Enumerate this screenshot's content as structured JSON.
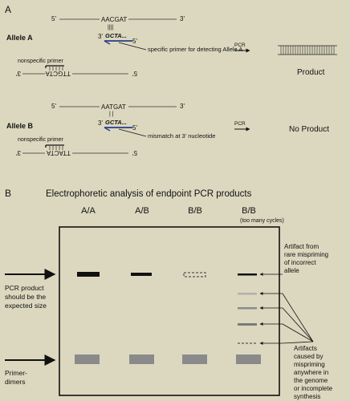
{
  "panel_a": {
    "label": "A",
    "allele_a": {
      "name": "Allele A",
      "template_5prime": "5'",
      "template_seq": "AACGAT",
      "template_3prime": "3'",
      "bond_marks": "||||",
      "primer_3prime": "3'",
      "primer_seq": "GCTA...",
      "primer_5prime": "5'",
      "primer_note": "specific primer for detecting Allele A",
      "nonspecific_label": "nonspecific primer",
      "lower_left_end": "3'",
      "lower_seq": "TTGCTA",
      "lower_right_end": "5'",
      "pcr_label": "PCR",
      "result": "Product"
    },
    "allele_b": {
      "name": "Allele B",
      "template_5prime": "5'",
      "template_seq": "AATGAT",
      "template_3prime": "3'",
      "bond_marks": "| |",
      "primer_3prime": "3'",
      "primer_seq": "GCTA...",
      "primer_5prime": "5'",
      "primer_note": "mismatch at 3' nucleotide",
      "nonspecific_label": "nonspecific primer",
      "lower_left_end": "3'",
      "lower_seq": "TTACTA",
      "lower_right_end": "5'",
      "pcr_label": "PCR",
      "result": "No Product"
    }
  },
  "panel_b": {
    "label": "B",
    "title": "Electrophoretic analysis of endpoint PCR products",
    "lanes": [
      {
        "label": "A/A",
        "sublabel": ""
      },
      {
        "label": "A/B",
        "sublabel": ""
      },
      {
        "label": "B/B",
        "sublabel": ""
      },
      {
        "label": "B/B",
        "sublabel": "(too many cycles)"
      }
    ],
    "left_labels": {
      "product": [
        "PCR product",
        "should be the",
        "expected size"
      ],
      "dimers": [
        "Primer-",
        "dimers"
      ]
    },
    "right_labels": {
      "artifact_top": [
        "Artifact from",
        "rare mispriming",
        "of incorrect",
        "allele"
      ],
      "artifact_bottom": [
        "Artifacts",
        "caused by",
        "mispriming",
        "anywhere in",
        "the genome",
        "or incomplete",
        "synthesis"
      ]
    },
    "colors": {
      "band_dark": "#111111",
      "band_gray": "#8a8a8a",
      "band_light": "#b0b0b0",
      "primer_blue": "#283c8a",
      "background": "#dcd8bf"
    }
  }
}
